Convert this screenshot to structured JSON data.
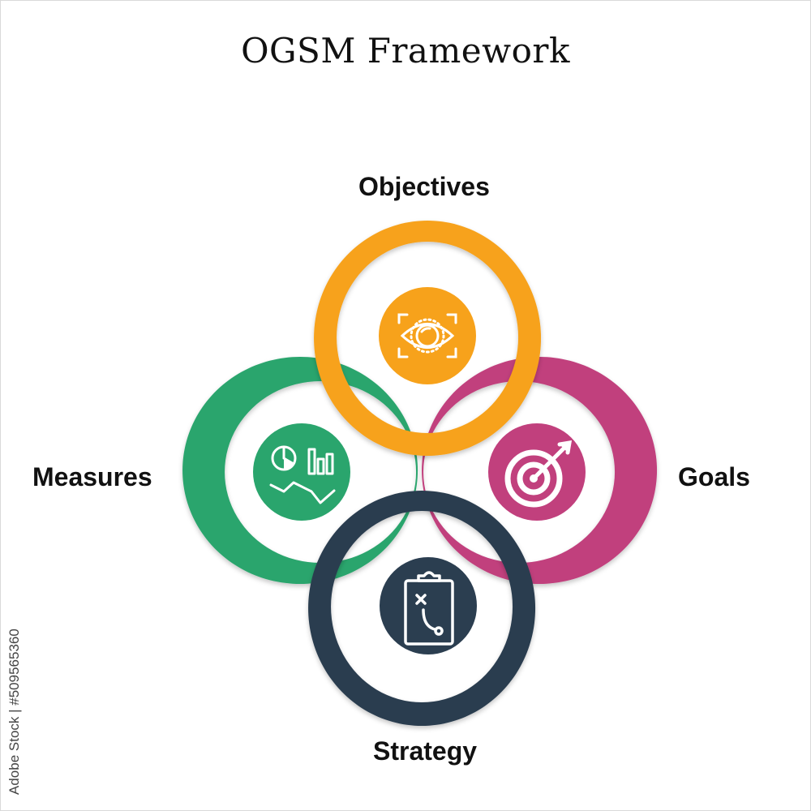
{
  "title": "OGSM Framework",
  "colors": {
    "objectives": "#f7a21b",
    "goals": "#c1407d",
    "strategy": "#2b3e50",
    "measures": "#2aa56d",
    "icon_stroke": "#ffffff"
  },
  "nodes": [
    {
      "id": "objectives",
      "label": "Objectives",
      "icon": "eye-icon"
    },
    {
      "id": "goals",
      "label": "Goals",
      "icon": "target-arrow-icon"
    },
    {
      "id": "strategy",
      "label": "Strategy",
      "icon": "clipboard-play-icon"
    },
    {
      "id": "measures",
      "label": "Measures",
      "icon": "chart-icon"
    }
  ],
  "stock_id": "Adobe Stock | #509565360"
}
